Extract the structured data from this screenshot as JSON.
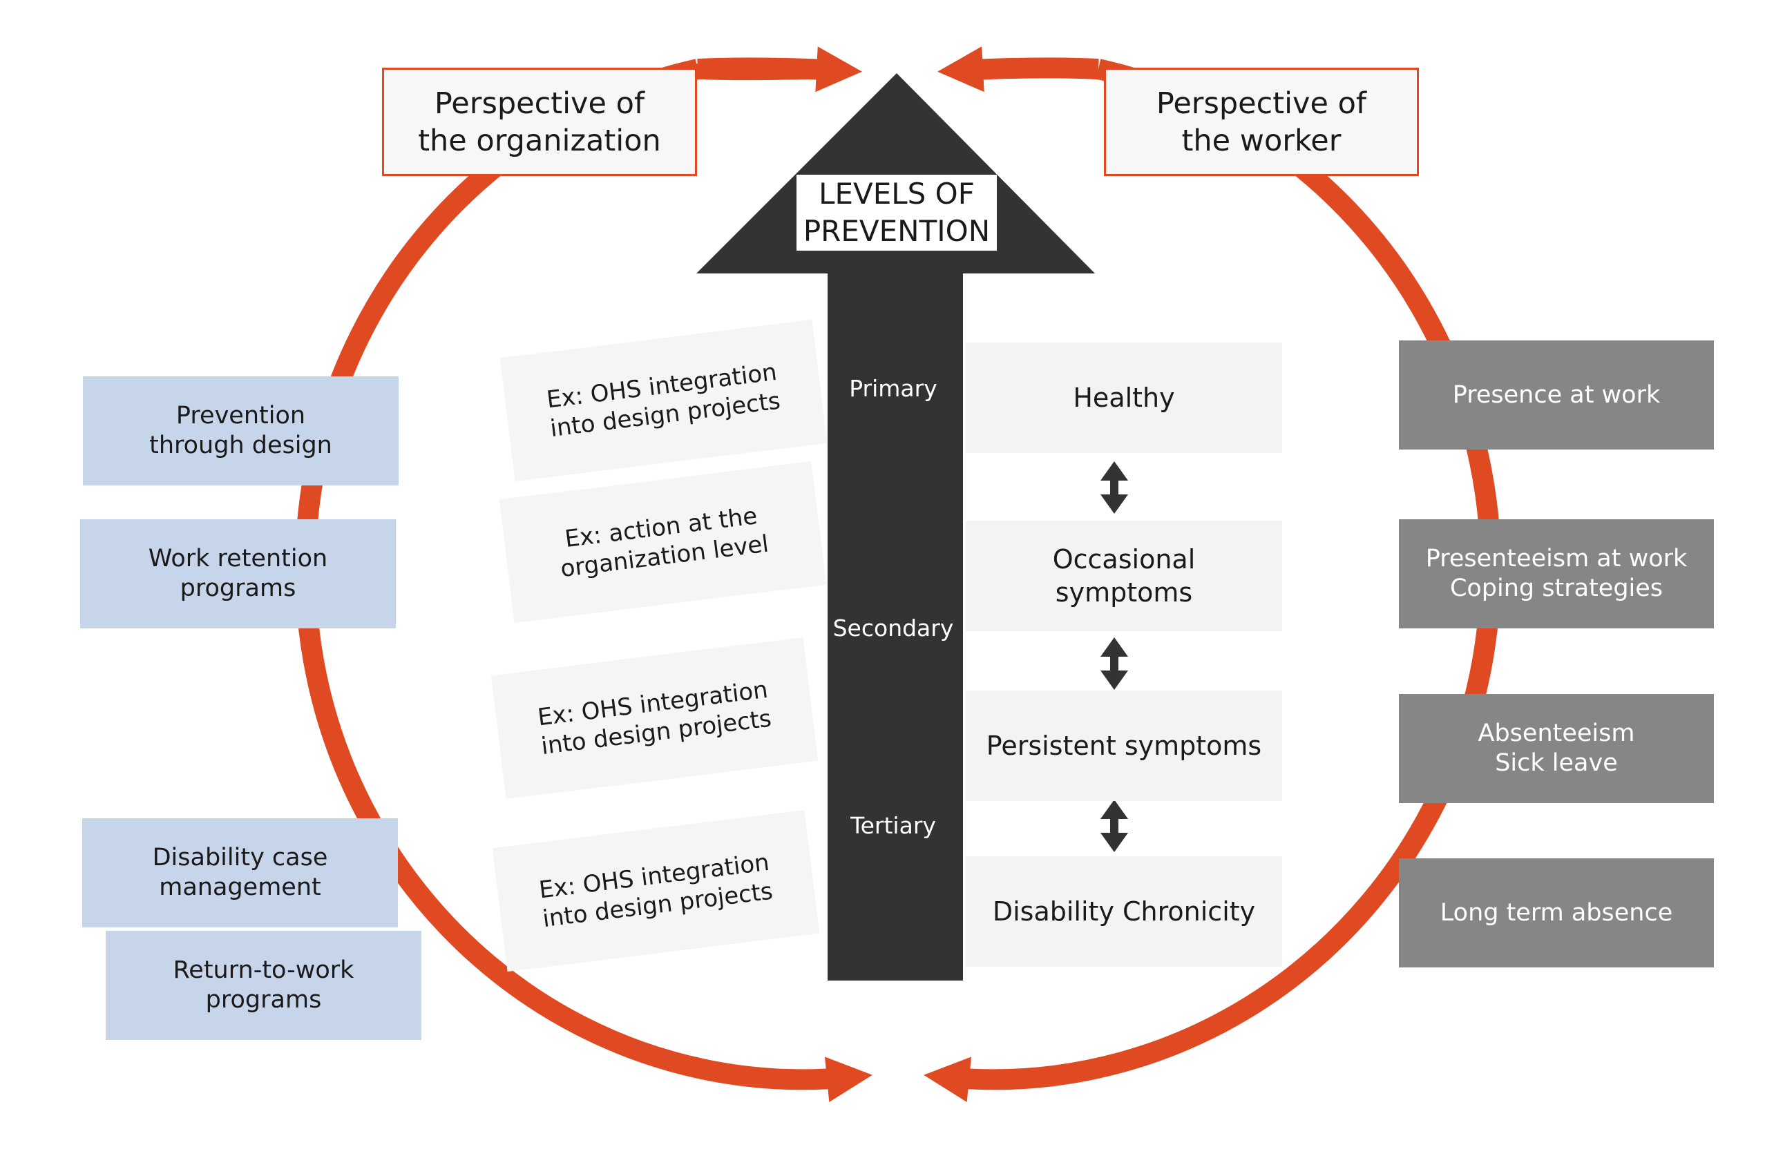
{
  "colors": {
    "cycle_arrow": "#e04a23",
    "central_arrow": "#333333",
    "organization_box": "#c6d5ea",
    "worker_box": "#868686",
    "state_box": "#f3f3f3"
  },
  "headers": {
    "organization": "Perspective of\nthe organization",
    "worker": "Perspective of\nthe worker"
  },
  "central_arrow": {
    "title": "LEVELS OF\nPREVENTION",
    "levels": [
      "Primary",
      "Secondary",
      "Tertiary"
    ]
  },
  "examples": [
    "Ex: OHS integration\ninto design projects",
    "Ex: action at the\norganization level",
    "Ex: OHS integration\ninto design projects",
    "Ex: OHS integration\ninto design projects"
  ],
  "health_states": [
    "Healthy",
    "Occasional\nsymptoms",
    "Persistent symptoms",
    "Disability Chronicity"
  ],
  "organization_programs": [
    "Prevention\nthrough design",
    "Work retention\nprograms",
    "Disability case\nmanagement",
    "Return-to-work\nprograms"
  ],
  "worker_outcomes": [
    "Presence at work",
    "Presenteeism at work\nCoping strategies",
    "Absenteeism\nSick leave",
    "Long term absence"
  ],
  "icons": [
    "double-arrow-icon"
  ]
}
